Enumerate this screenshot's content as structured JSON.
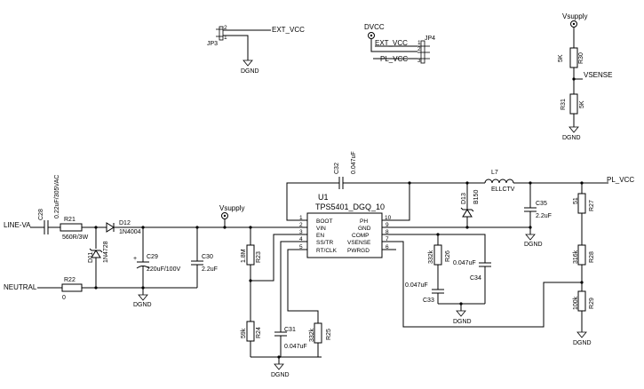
{
  "nets": {
    "ext_vcc": "EXT_VCC",
    "dgnd": "DGND",
    "dvcc": "DVCC",
    "pl_vcc": "PL_VCC",
    "vsupply": "Vsupply",
    "vsense": "VSENSE",
    "line_va": "LINE-VA",
    "neutral": "NEUTRAL"
  },
  "connectors": {
    "jp3": {
      "ref": "JP3",
      "pin1": "1",
      "pin2": "2"
    },
    "jp4": {
      "ref": "JP4",
      "pin1": "1",
      "pin2": "2",
      "pin3": "3"
    }
  },
  "ic": {
    "ref": "U1",
    "part": "TPS5401_DGQ_10",
    "left_pins": [
      {
        "num": "1",
        "name": "BOOT"
      },
      {
        "num": "2",
        "name": "VIN"
      },
      {
        "num": "3",
        "name": "EN"
      },
      {
        "num": "4",
        "name": "SS/TR"
      },
      {
        "num": "5",
        "name": "RT/CLK"
      }
    ],
    "right_pins": [
      {
        "num": "10",
        "name": "PH"
      },
      {
        "num": "9",
        "name": "GND"
      },
      {
        "num": "8",
        "name": "COMP"
      },
      {
        "num": "7",
        "name": "VSENSE"
      },
      {
        "num": "6",
        "name": "PWRGD"
      }
    ]
  },
  "components": {
    "r30": {
      "ref": "R30",
      "value": "5K"
    },
    "r31": {
      "ref": "R31",
      "value": "5K"
    },
    "c28": {
      "ref": "C28",
      "value": "0.22uF/305VAC"
    },
    "r21": {
      "ref": "R21",
      "value": "560R/3W"
    },
    "r22": {
      "ref": "R22",
      "value": "0"
    },
    "d12": {
      "ref": "D12",
      "value": "1N4004"
    },
    "d11": {
      "ref": "D11",
      "value": "1N4728"
    },
    "c29": {
      "ref": "C29",
      "value": "220uF/100V"
    },
    "c30": {
      "ref": "C30",
      "value": "2.2uF"
    },
    "r23": {
      "ref": "R23",
      "value": "1.8M"
    },
    "r24": {
      "ref": "R24",
      "value": "59k"
    },
    "c31": {
      "ref": "C31",
      "value": "0.047uF"
    },
    "r25": {
      "ref": "R25",
      "value": "332k"
    },
    "c32": {
      "ref": "C32",
      "value": "0.047uF"
    },
    "d13": {
      "ref": "D13",
      "value": "B150"
    },
    "l7": {
      "ref": "L7",
      "value": "ELLCTV"
    },
    "c35": {
      "ref": "C35",
      "value": "2.2uF"
    },
    "r26": {
      "ref": "R26",
      "value": "332k"
    },
    "c33": {
      "ref": "C33",
      "value": "0.047uF"
    },
    "c34": {
      "ref": "C34",
      "value": "0.047uF"
    },
    "r27": {
      "ref": "R27",
      "value": "51"
    },
    "r28": {
      "ref": "R28",
      "value": "316k"
    },
    "r29": {
      "ref": "R29",
      "value": "100k"
    }
  },
  "polarity": {
    "plus": "+"
  }
}
